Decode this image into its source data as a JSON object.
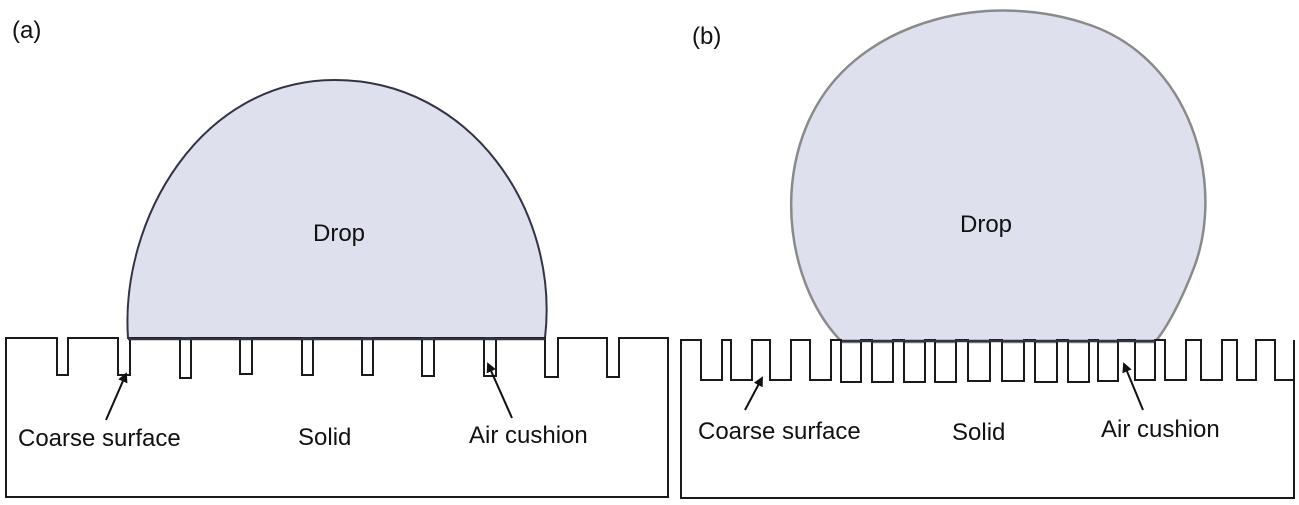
{
  "panels": [
    {
      "label": "(a)",
      "drop_label": "Drop",
      "solid_label": "Solid",
      "coarse_label": "Coarse surface",
      "air_label": "Air cushion"
    },
    {
      "label": "(b)",
      "drop_label": "Drop",
      "solid_label": "Solid",
      "coarse_label": "Coarse surface",
      "air_label": "Air cushion"
    }
  ],
  "colors": {
    "drop_fill": "#dfe0ee",
    "drop_outline_a": "#333344",
    "drop_outline_b": "#8a8a8a",
    "solid_outline": "#1a1a1a"
  }
}
